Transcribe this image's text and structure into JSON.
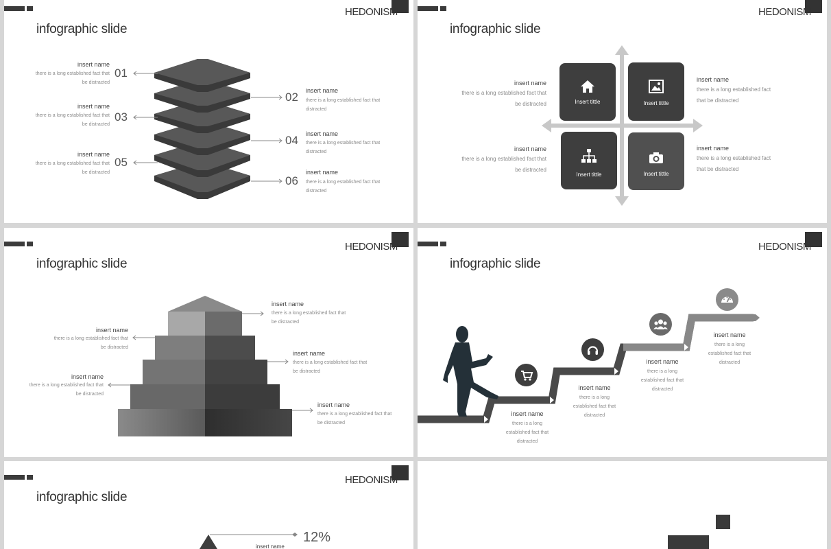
{
  "brand": "HEDONISM",
  "slide_title": "infographic slide",
  "slide1": {
    "items": [
      {
        "num": "01",
        "name": "insert name",
        "desc": [
          "there is a long established fact that",
          "be distracted"
        ]
      },
      {
        "num": "02",
        "name": "insert name",
        "desc": [
          "there is a long established fact that",
          "distracted"
        ]
      },
      {
        "num": "03",
        "name": "insert name",
        "desc": [
          "there is a long established fact that",
          "be distracted"
        ]
      },
      {
        "num": "04",
        "name": "insert name",
        "desc": [
          "there is a long established fact that",
          "distracted"
        ]
      },
      {
        "num": "05",
        "name": "insert name",
        "desc": [
          "there is a long established fact that",
          "be distracted"
        ]
      },
      {
        "num": "06",
        "name": "insert name",
        "desc": [
          "there is a long established fact that",
          "distracted"
        ]
      }
    ]
  },
  "slide2": {
    "tiles": [
      {
        "label": "Insert tittle",
        "icon": "home-icon"
      },
      {
        "label": "Insert tittle",
        "icon": "image-icon"
      },
      {
        "label": "Insert tittle",
        "icon": "sitemap-icon"
      },
      {
        "label": "Insert tittle",
        "icon": "camera-icon"
      }
    ],
    "texts": [
      {
        "name": "insert name",
        "desc": [
          "there is a long established fact that",
          "be distracted"
        ]
      },
      {
        "name": "insert name",
        "desc": [
          "there is a long established fact",
          "that be distracted"
        ]
      },
      {
        "name": "insert name",
        "desc": [
          "there is a long established fact that",
          "be distracted"
        ]
      },
      {
        "name": "insert name",
        "desc": [
          "there is a long established fact",
          "that be distracted"
        ]
      }
    ],
    "colors": {
      "tile_dark": "#3e3e3e",
      "tile_mid": "#505050",
      "arrow": "#c8c8c8"
    }
  },
  "slide3": {
    "items": [
      {
        "name": "insert name",
        "desc": [
          "there is a long established fact that",
          "be distracted"
        ]
      },
      {
        "name": "insert name",
        "desc": [
          "there is a long established fact that",
          "be distracted"
        ]
      },
      {
        "name": "insert name",
        "desc": [
          "there is a long established fact that",
          "be distracted"
        ]
      },
      {
        "name": "insert name",
        "desc": [
          "there is a long established fact that",
          "be distracted"
        ]
      },
      {
        "name": "insert name",
        "desc": [
          "there is a long established fact that",
          "be distracted"
        ]
      }
    ]
  },
  "slide4": {
    "steps": [
      {
        "icon": "cart-icon",
        "name": "insert name",
        "desc": [
          "there is a long",
          "established fact that",
          "distracted"
        ]
      },
      {
        "icon": "headset-icon",
        "name": "insert name",
        "desc": [
          "there is a long",
          "established fact that",
          "distracted"
        ]
      },
      {
        "icon": "group-icon",
        "name": "insert name",
        "desc": [
          "there is a long",
          "established fact that",
          "distracted"
        ]
      },
      {
        "icon": "gauge-icon",
        "name": "insert name",
        "desc": [
          "there is a long",
          "established fact that",
          "distracted"
        ]
      }
    ]
  },
  "slide5": {
    "percent": "12%",
    "name": "insert name"
  }
}
